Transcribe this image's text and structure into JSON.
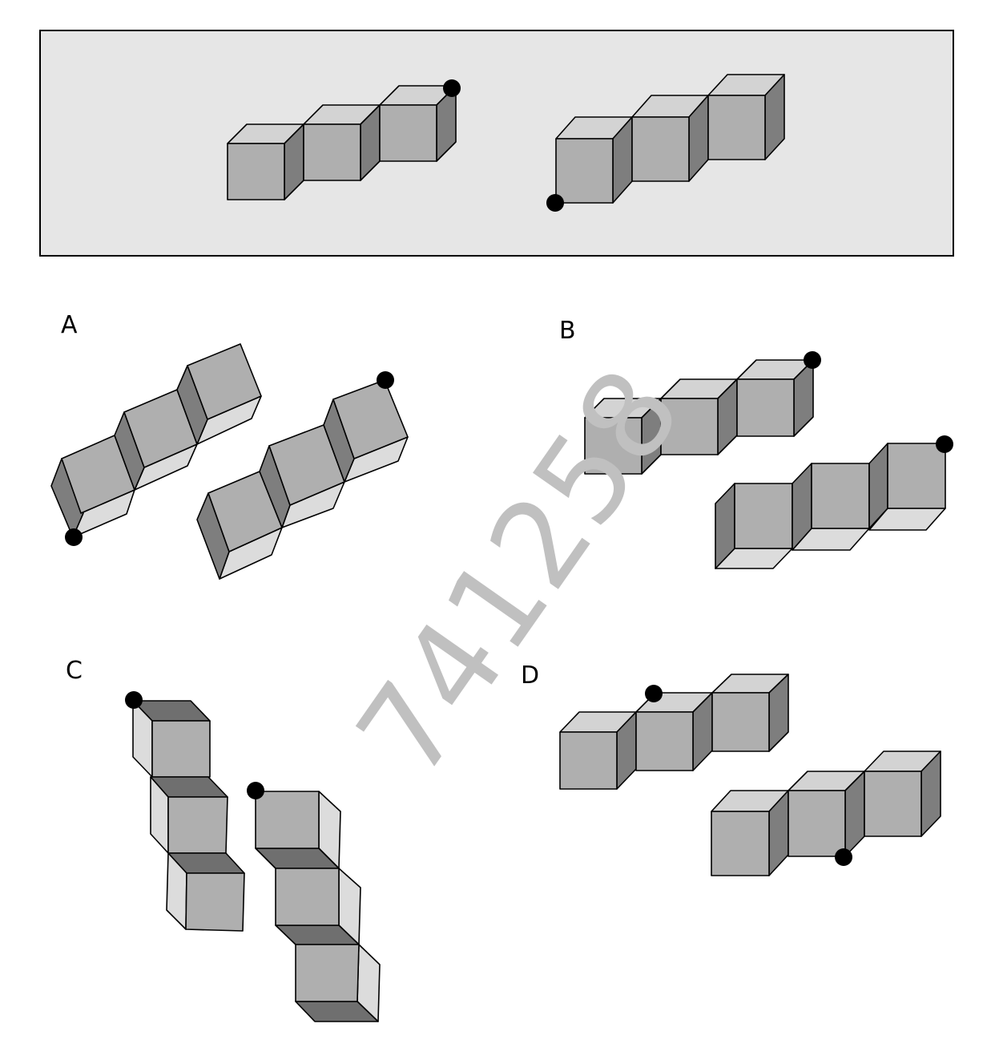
{
  "reference_panel": {
    "background": "#e6e6e6",
    "figures": [
      "reference-view-1",
      "reference-view-2"
    ]
  },
  "options": {
    "a": {
      "label": "A"
    },
    "b": {
      "label": "B"
    },
    "c": {
      "label": "C"
    },
    "d": {
      "label": "D"
    }
  },
  "watermark": {
    "text": "741258"
  },
  "colors": {
    "front_face": "#afafaf",
    "top_face": "#d3d3d3",
    "side_face": "#7e7e7e",
    "marker": "#000000"
  }
}
